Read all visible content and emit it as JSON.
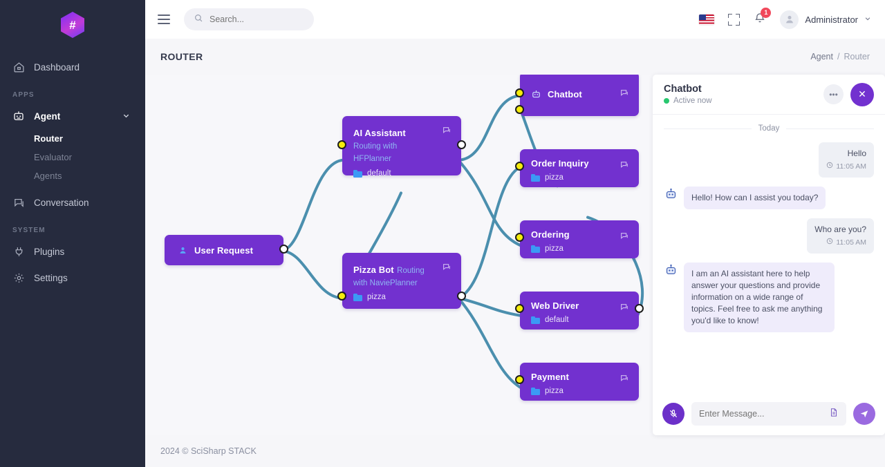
{
  "brand": {
    "logo_glyph": "#"
  },
  "sidebar": {
    "items": [
      {
        "label": "Dashboard",
        "icon": "home-icon"
      }
    ],
    "sections": [
      {
        "label": "APPS"
      },
      {
        "label": "SYSTEM"
      }
    ],
    "agent": {
      "label": "Agent",
      "icon": "robot-icon"
    },
    "agent_children": [
      {
        "label": "Router",
        "active": true
      },
      {
        "label": "Evaluator",
        "active": false
      },
      {
        "label": "Agents",
        "active": false
      }
    ],
    "conversation": {
      "label": "Conversation",
      "icon": "chat-icon"
    },
    "system_items": [
      {
        "label": "Plugins",
        "icon": "plug-icon"
      },
      {
        "label": "Settings",
        "icon": "gear-icon"
      }
    ]
  },
  "topbar": {
    "menu_icon": "hamburger-icon",
    "search_placeholder": "Search...",
    "search_value": "",
    "language_icon": "us-flag-icon",
    "fullscreen_icon": "fullscreen-icon",
    "notification_icon": "bell-icon",
    "notification_count": "1",
    "user_name": "Administrator"
  },
  "page": {
    "title": "ROUTER",
    "breadcrumb": {
      "parent": "Agent",
      "separator": "/",
      "current": "Router"
    }
  },
  "footer": {
    "text": "2024 © SciSharp STACK"
  },
  "flow": {
    "colors": {
      "node": "#7231cf",
      "edge": "#4b8fae",
      "handle_in": "#f5ec0c",
      "handle_out": "#ffffff",
      "tag": "#3b9af5"
    },
    "nodes": [
      {
        "id": "user-request",
        "title": "User Request",
        "subtitle": "",
        "tag": "",
        "icon": "user-icon",
        "chat_icon": "chat-bubble-icon"
      },
      {
        "id": "ai-assistant",
        "title": "AI Assistant",
        "subtitle": "Routing with HFPlanner",
        "tag": "default",
        "icon": "",
        "chat_icon": "chat-bubble-icon"
      },
      {
        "id": "pizza-bot",
        "title": "Pizza Bot",
        "subtitle": "Routing with NaviePlanner",
        "tag": "pizza",
        "icon": "",
        "chat_icon": "chat-bubble-icon"
      },
      {
        "id": "chatbot",
        "title": "Chatbot",
        "subtitle": "",
        "tag": "",
        "icon": "robot-icon",
        "chat_icon": "chat-bubble-icon"
      },
      {
        "id": "order-inquiry",
        "title": "Order Inquiry",
        "subtitle": "",
        "tag": "pizza",
        "icon": "",
        "chat_icon": "chat-bubble-icon"
      },
      {
        "id": "ordering",
        "title": "Ordering",
        "subtitle": "",
        "tag": "pizza",
        "icon": "",
        "chat_icon": "chat-bubble-icon"
      },
      {
        "id": "web-driver",
        "title": "Web Driver",
        "subtitle": "",
        "tag": "default",
        "icon": "",
        "chat_icon": "chat-bubble-icon"
      },
      {
        "id": "payment",
        "title": "Payment",
        "subtitle": "",
        "tag": "pizza",
        "icon": "",
        "chat_icon": "chat-bubble-icon"
      }
    ]
  },
  "chat": {
    "title": "Chatbot",
    "status": "Active now",
    "more_label": "•••",
    "close_label": "✕",
    "day_separator": "Today",
    "messages": [
      {
        "side": "out",
        "text": "Hello",
        "time": "11:05 AM"
      },
      {
        "side": "in",
        "text": "Hello! How can I assist you today?",
        "time": ""
      },
      {
        "side": "out",
        "text": "Who are you?",
        "time": "11:05 AM"
      },
      {
        "side": "in",
        "text": "I am an AI assistant here to help answer your questions and provide information on a wide range of topics. Feel free to ask me anything you'd like to know!",
        "time": ""
      }
    ],
    "input_placeholder": "Enter Message...",
    "input_value": "",
    "mic_icon": "microphone-muted-icon",
    "attach_icon": "file-icon",
    "send_icon": "send-icon"
  }
}
